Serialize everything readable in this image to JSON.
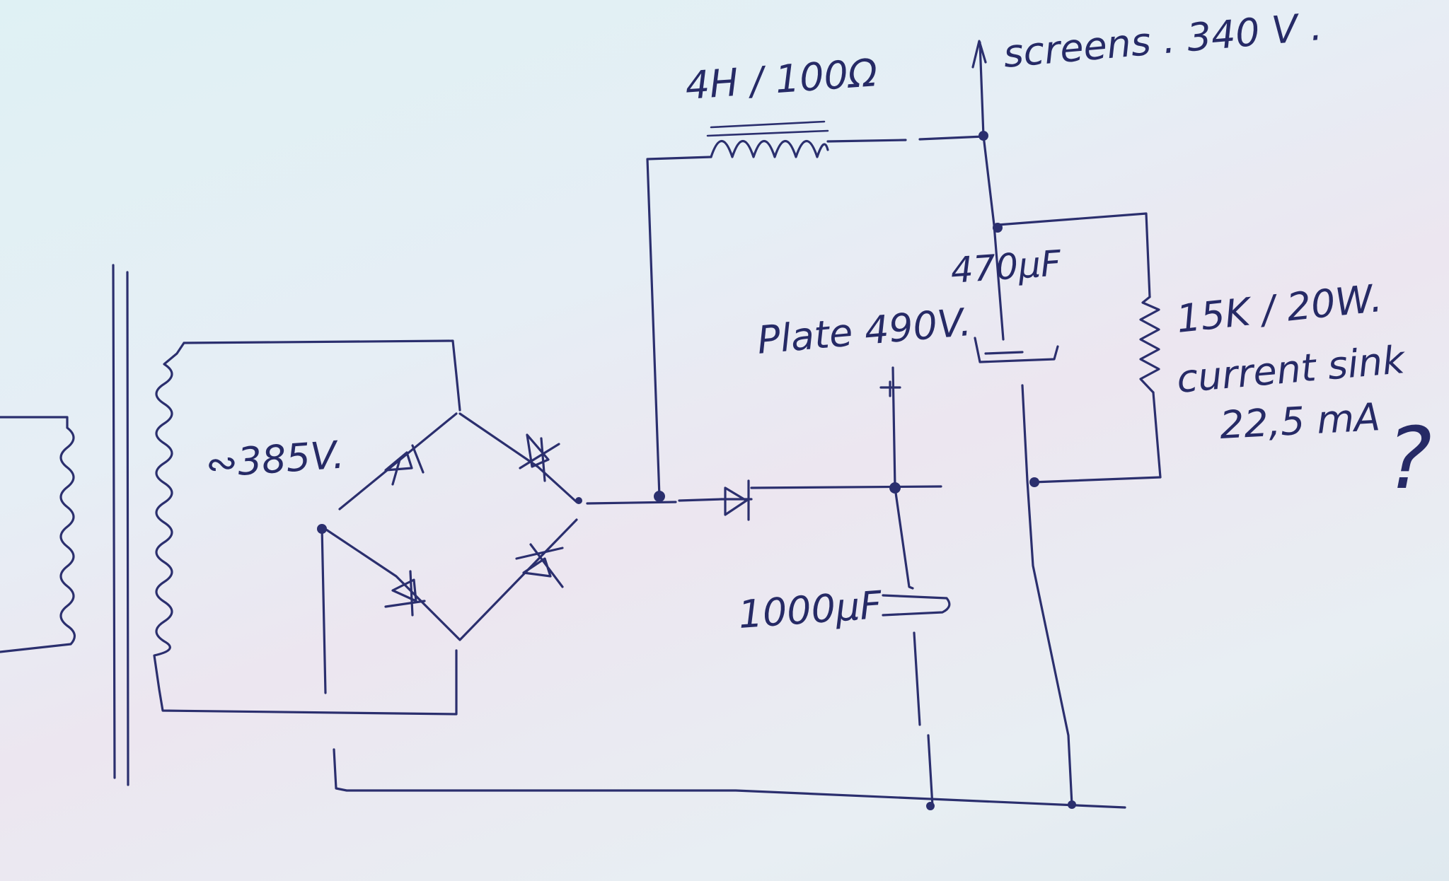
{
  "labels": {
    "inductor": "4H / 100Ω",
    "screens": "screens . 340 V .",
    "cap_470": "470µF",
    "plate": "Plate 490V.",
    "resistor": "15K / 20W.",
    "current_sink": "current sink",
    "current_value": "22,5 mA",
    "question_mark": "?",
    "ac_voltage": "∾385V.",
    "cap_1000": "1000µF"
  }
}
